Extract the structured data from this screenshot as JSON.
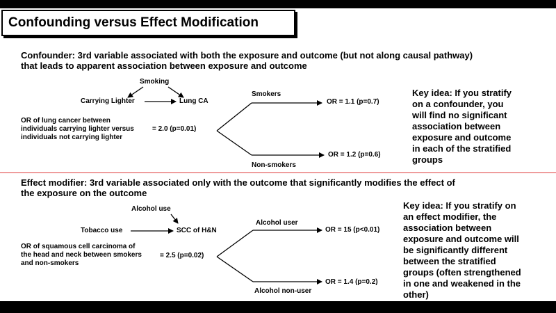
{
  "title": "Confounding versus Effect Modification",
  "confounder": {
    "definition_line1": "Confounder: 3rd variable associated with both the exposure and outcome (but not along causal pathway)",
    "definition_line2": "that leads to apparent association between exposure and outcome",
    "node_confounder": "Smoking",
    "node_exposure": "Carrying Lighter",
    "node_outcome": "Lung CA",
    "crude_label_line1": "OR of lung cancer between",
    "crude_label_line2": "individuals carrying lighter versus",
    "crude_label_line3": "individuals not carrying lighter",
    "crude_or": "= 2.0 (p=0.01)",
    "stratum1_label": "Smokers",
    "stratum1_or": "OR = 1.1 (p=0.7)",
    "stratum2_label": "Non-smokers",
    "stratum2_or": "OR = 1.2 (p=0.6)",
    "key_idea_lines": [
      "Key idea: If you stratify",
      "on a confounder, you",
      "will find no significant",
      "association between",
      "exposure and outcome",
      "in each of the stratified",
      "groups"
    ]
  },
  "effect_modifier": {
    "definition_line1": "Effect modifier: 3rd variable associated only with the outcome that significantly modifies the effect of",
    "definition_line2": "the exposure on the outcome",
    "node_modifier": "Alcohol use",
    "node_exposure": "Tobacco use",
    "node_outcome": "SCC of H&N",
    "crude_label_line1": "OR of squamous cell carcinoma of",
    "crude_label_line2": "the head and neck between smokers",
    "crude_label_line3": "and non-smokers",
    "crude_or": "= 2.5 (p=0.02)",
    "stratum1_label": "Alcohol user",
    "stratum1_or": "OR = 15 (p<0.01)",
    "stratum2_label": "Alcohol non-user",
    "stratum2_or": "OR = 1.4 (p=0.2)",
    "key_idea_lines": [
      "Key idea: If you stratify on",
      "an effect modifier, the",
      "association between",
      "exposure and outcome will",
      "be significantly different",
      "between the stratified",
      "groups (often strengthened",
      "in one and weakened in the",
      "other)"
    ]
  },
  "colors": {
    "divider": "#e03a3a",
    "frame": "#000000"
  }
}
